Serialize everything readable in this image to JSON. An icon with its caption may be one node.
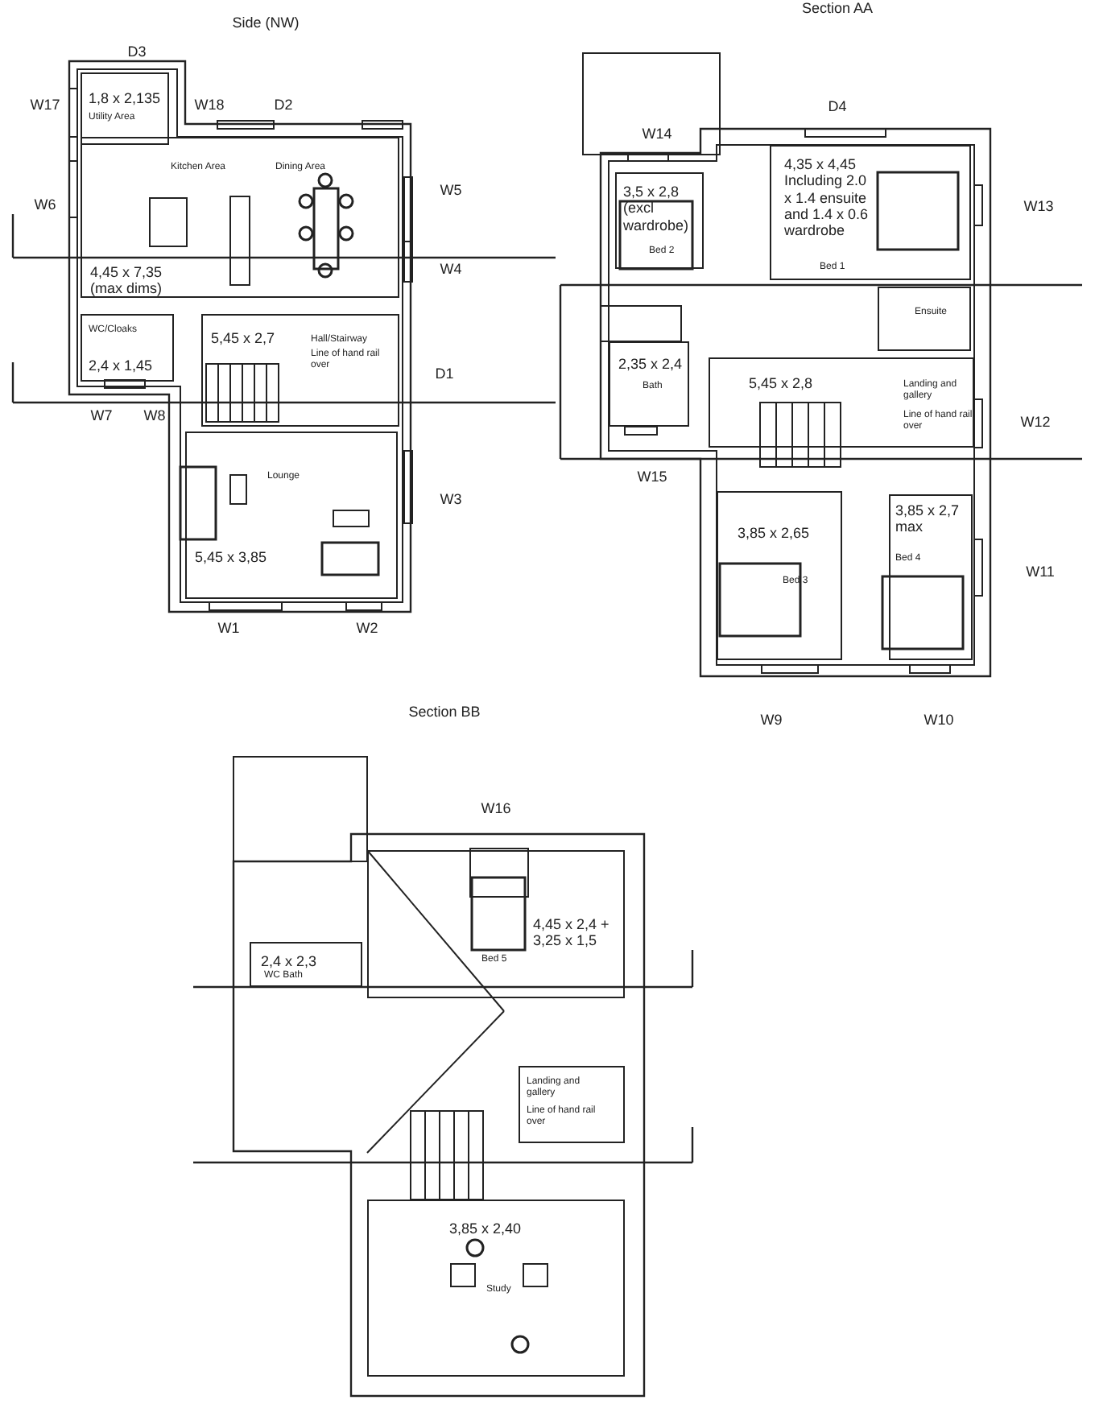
{
  "diagram": {
    "nodes": [
      {
        "text": [
          "1,8 x 2,135",
          "Utility Area"
        ]
      },
      {
        "text": [
          "Kitchen Area",
          "Dining Area",
          "4,45 x 7,35 (max dims)"
        ]
      },
      {
        "text": [
          "WC/Cloaks",
          "2,4 x 1,45"
        ]
      },
      {
        "text": [
          "5,45 x 2,7",
          "Hall/Stairway",
          "Line of hand rail over"
        ]
      },
      {
        "text": [
          "Lounge",
          "5,45 x 3,85"
        ]
      },
      {
        "text": [
          "3,5 x 2,8 (excl wardrobe)",
          "Bed 2"
        ]
      },
      {
        "text": [
          "4,35 x 4,45 Including 2.0 x 1.4 ensuite and 1.4 x 0.6 wardrobe",
          "Bed 1"
        ]
      },
      {
        "text": [
          "Ensuite"
        ]
      },
      {
        "text": [
          "2,35 x 2,4",
          "Bath"
        ]
      },
      {
        "text": [
          "5,45 x 2,8",
          "Landing and gallery",
          "Line of hand rail over"
        ]
      },
      {
        "text": [
          "3,85 x 2,65",
          "Bed 3"
        ]
      },
      {
        "text": [
          "3,85 x 2,7 max",
          "Bed 4"
        ]
      },
      {
        "text": [
          "4,45 x 2,4 + 3,25 x 1,5",
          "Bed 5"
        ]
      },
      {
        "text": [
          "2,4 x 2,3",
          "WC Bath"
        ]
      },
      {
        "text": [
          "Landing and gallery",
          "Line of hand rail over"
        ]
      },
      {
        "text": [
          "3,85 x 2,40",
          "Study"
        ]
      }
    ],
    "labels": [
      "Side (NW)",
      "D3",
      "W17",
      "W18",
      "D2",
      "W6",
      "W5",
      "W4",
      "D1",
      "W7",
      "W8",
      "W3",
      "W1",
      "W2",
      "Section AA",
      "D4",
      "W14",
      "W13",
      "W12",
      "W15",
      "W11",
      "W9",
      "W10",
      "Section BB",
      "W16"
    ]
  }
}
